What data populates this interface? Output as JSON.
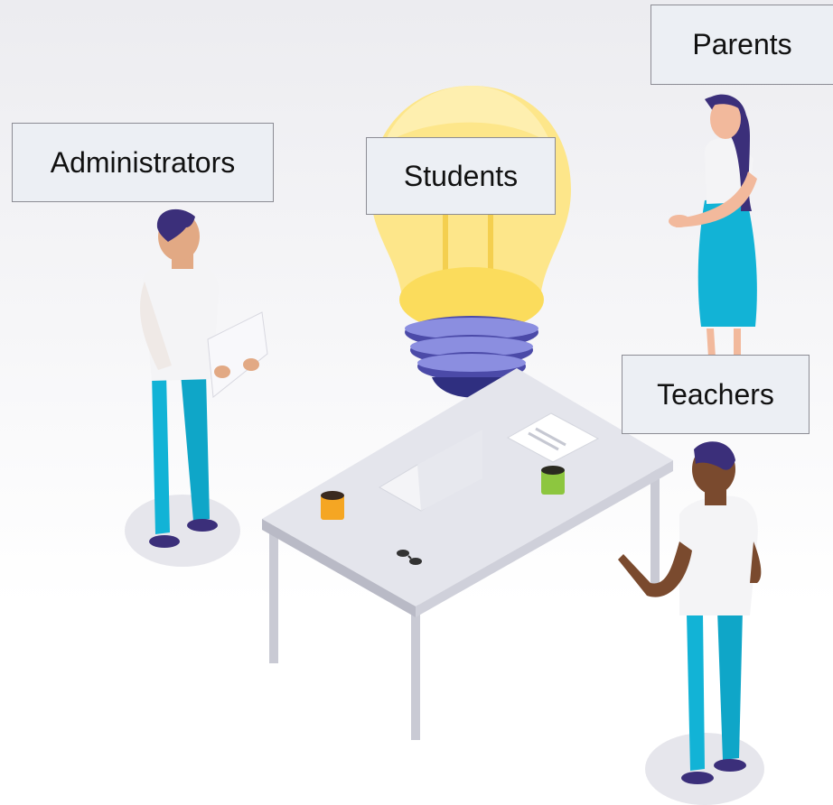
{
  "labels": {
    "administrators": "Administrators",
    "students": "Students",
    "parents": "Parents",
    "teachers": "Teachers"
  },
  "colors": {
    "bulb_glow": "#fde68a",
    "bulb_base": "#4b4aa8",
    "pants": "#12b3d6",
    "shirt": "#f4f4f6",
    "hair": "#3b2f7a",
    "table_top": "#e4e5ec",
    "mug_orange": "#f5a623",
    "mug_green": "#8dc63f",
    "label_background": "#eceff4",
    "label_border": "#8c8c94"
  },
  "icons": [
    "lightbulb-icon",
    "laptop-icon",
    "coffee-mug-icon",
    "glasses-icon",
    "paper-icon"
  ]
}
